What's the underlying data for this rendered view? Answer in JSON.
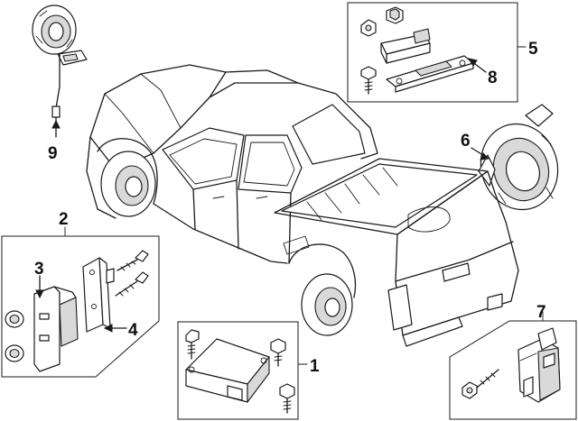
{
  "callouts": {
    "c1": "1",
    "c2": "2",
    "c3": "3",
    "c4": "4",
    "c5": "5",
    "c6": "6",
    "c7": "7",
    "c8": "8",
    "c9": "9"
  },
  "colors": {
    "line": "#1a1a1a",
    "background": "#ffffff",
    "shade": "#d9d9d9"
  }
}
